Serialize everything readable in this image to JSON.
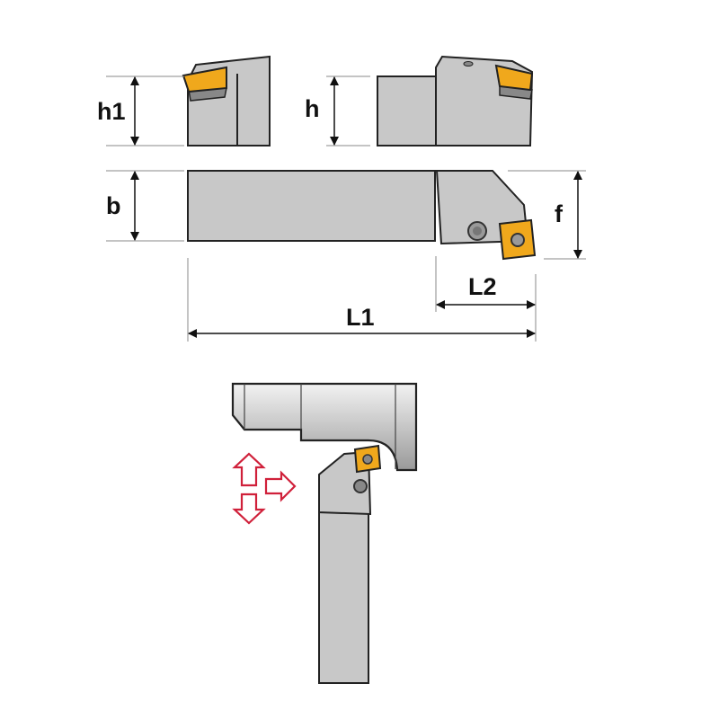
{
  "labels": {
    "h1": "h1",
    "h": "h",
    "b": "b",
    "f": "f",
    "L1": "L1",
    "L2": "L2"
  },
  "colors": {
    "body": "#c8c8c8",
    "insert": "#f0a81c",
    "arrow": "#d0203a"
  }
}
